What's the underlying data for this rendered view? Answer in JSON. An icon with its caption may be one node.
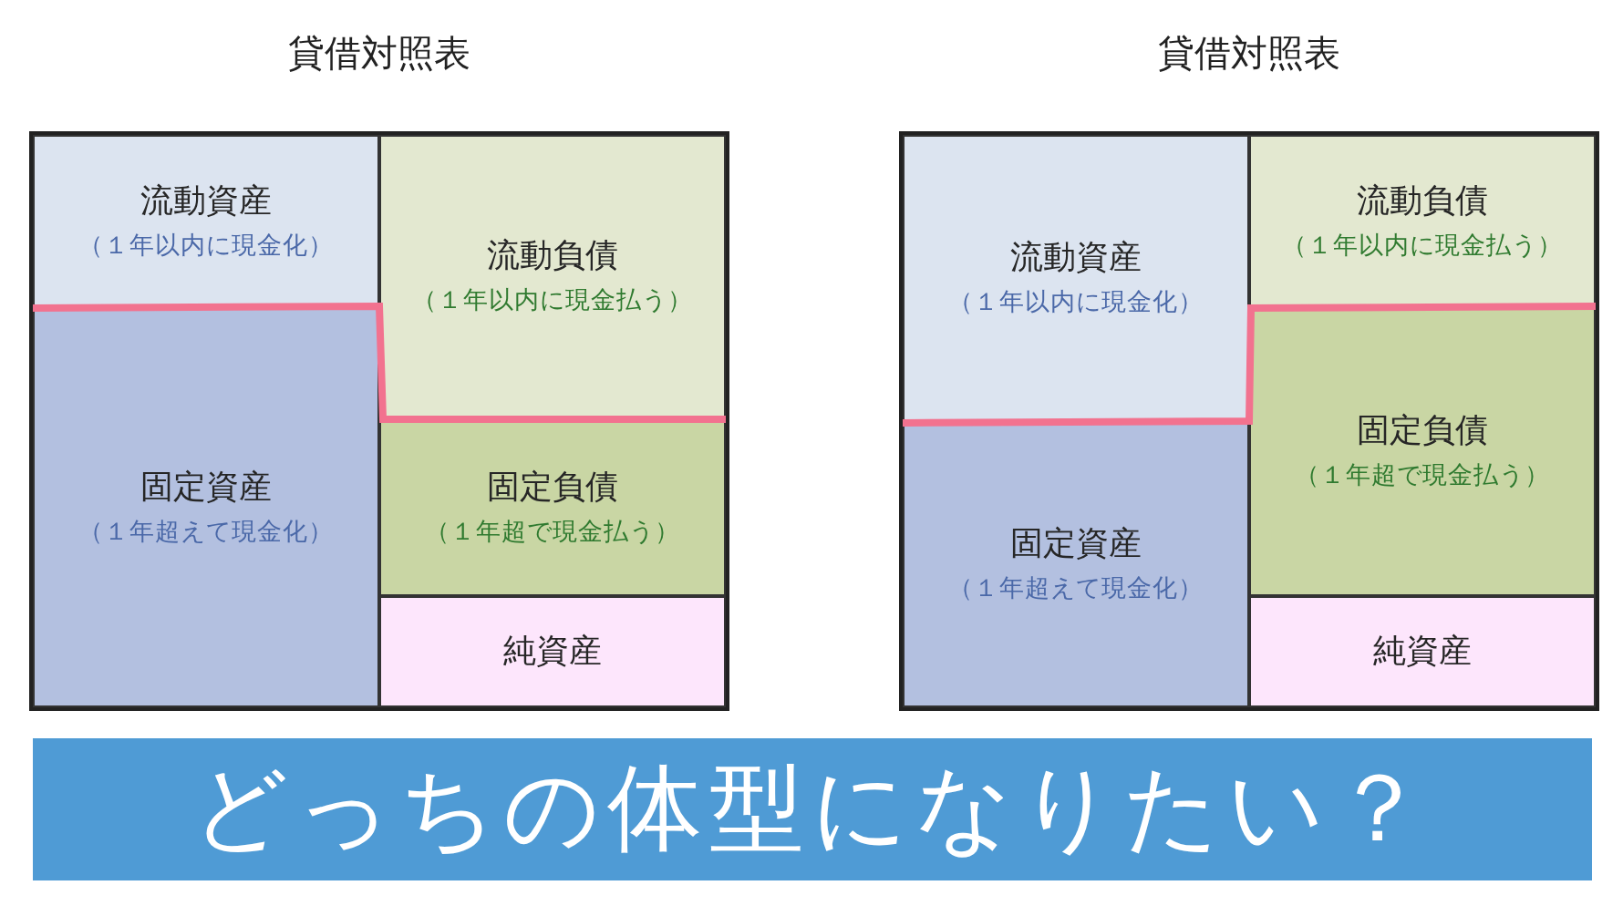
{
  "diagram": {
    "nodes": [
      {
        "text": [
          "貸借対照表"
        ]
      },
      {
        "text": [
          "流動資産",
          "（１年以内に現金化）"
        ],
        "in": 0
      },
      {
        "text": [
          "固定資産",
          "（１年超えて現金化）"
        ],
        "in": 0
      },
      {
        "text": [
          "流動負債",
          "（１年以内に現金払う）"
        ],
        "in": 0
      },
      {
        "text": [
          "固定負債",
          "（１年超で現金払う）"
        ],
        "in": 0
      },
      {
        "text": [
          "純資産"
        ],
        "in": 0
      },
      {
        "text": [
          "貸借対照表"
        ]
      },
      {
        "text": [
          "流動資産",
          "（１年以内に現金化）"
        ],
        "in": 6
      },
      {
        "text": [
          "固定資産",
          "（１年超えて現金化）"
        ],
        "in": 6
      },
      {
        "text": [
          "流動負債",
          "（１年以内に現金払う）"
        ],
        "in": 6
      },
      {
        "text": [
          "固定負債",
          "（１年超で現金払う）"
        ],
        "in": 6
      },
      {
        "text": [
          "純資産"
        ],
        "in": 6
      },
      {
        "text": [
          "どっちの体型になりたい？"
        ]
      }
    ]
  }
}
